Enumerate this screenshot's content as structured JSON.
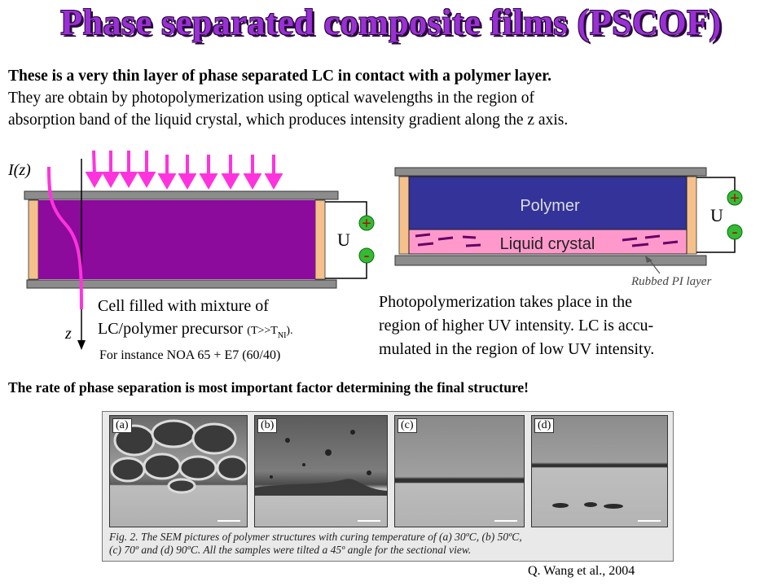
{
  "title": "Phase separated composite films (PSCOF)",
  "intro": {
    "line1": "These is a very thin layer of phase separated LC in contact with a polymer layer.",
    "line2": "They are obtain by photopolymerization using optical wavelengths in the region of",
    "line3": "absorption band of the liquid crystal, which produces intensity gradient along the z axis."
  },
  "left_diagram": {
    "intensity_label": "I(z)",
    "axis_label": "z",
    "voltage_label": "U",
    "plus": "+",
    "minus": "-",
    "cell_caption_line1": "Cell filled with mixture of",
    "cell_caption_line2": "LC/polymer precursor",
    "cell_caption_condition": "(T>>T",
    "cell_caption_sub": "NI",
    "cell_caption_end": ").",
    "instance": "For instance NOA 65 + E7 (60/40)"
  },
  "right_diagram": {
    "polymer_label": "Polymer",
    "lc_label": "Liquid crystal",
    "voltage_label": "U",
    "plus": "+",
    "minus": "-",
    "rubbed_label": "Rubbed PI layer",
    "text_line1": "Photopolymerization takes place in the",
    "text_line2": "region of higher UV intensity. LC is accu-",
    "text_line3": "mulated in the region of low UV intensity."
  },
  "rate_statement": "The rate of phase separation is most important factor determining the final structure!",
  "sem_figure": {
    "panels": [
      "(a)",
      "(b)",
      "(c)",
      "(d)"
    ],
    "caption_line1": "Fig. 2. The SEM pictures of polymer structures with curing temperature of (a) 30ºC, (b) 50ºC,",
    "caption_line2": "(c) 70º and (d) 90ºC. All the samples were tilted a 45º angle for the sectional view."
  },
  "citation": "Q. Wang et al., 2004",
  "colors": {
    "title": "#9a2fd6",
    "cell_fill": "#8c0a9c",
    "uv_arrows": "#ff33dd",
    "polymer": "#333399",
    "liquid_crystal": "#ff99cc",
    "spacer": "#f5c08a",
    "electrode": "#8c8c8c",
    "plus_minus_circle": "#33bb33"
  }
}
